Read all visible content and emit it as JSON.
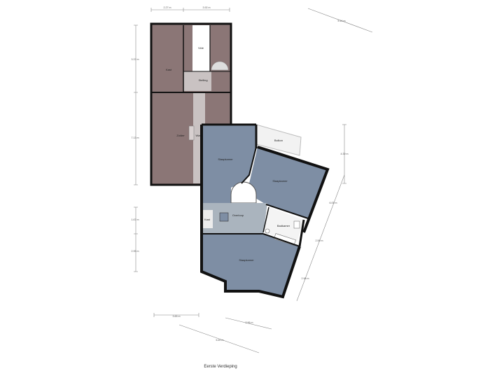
{
  "floor_title": "Eerste Verdieping",
  "colors": {
    "attic_room": "#8b7676",
    "blue_room": "#7e8ea4",
    "light_area": "#aab4be",
    "white_area": "#f4f4f4",
    "wall": "#111111"
  },
  "rooms": {
    "kast_top": "Kast",
    "vide": "Vide",
    "stelling": "Stelling",
    "zolder": "Zolder",
    "wasruimte": "Wasruimte",
    "balkon": "Balkon",
    "slaapkamer_1": "Slaapkamer",
    "slaapkamer_2": "Slaapkamer",
    "overloop": "Overloop",
    "kast_mid": "Kast",
    "badkamer": "Badkamer",
    "slaapkamer_3": "Slaapkamer"
  },
  "dimensions": {
    "top_1": "2.27 m",
    "top_2": "3.92 m",
    "top_diag": "5.14 m",
    "left_1": "3.37 m",
    "left_2": "7.13 m",
    "left_3": "1.67 m",
    "left_4": "2.95 m",
    "right_1": "4.39 m",
    "right_2": "6.05 m",
    "right_3": "2.59 m",
    "right_4": "2.98 m",
    "bottom_1": "3.65 m",
    "bottom_2": "2.96 m",
    "bottom_diag": "6.40 m"
  }
}
